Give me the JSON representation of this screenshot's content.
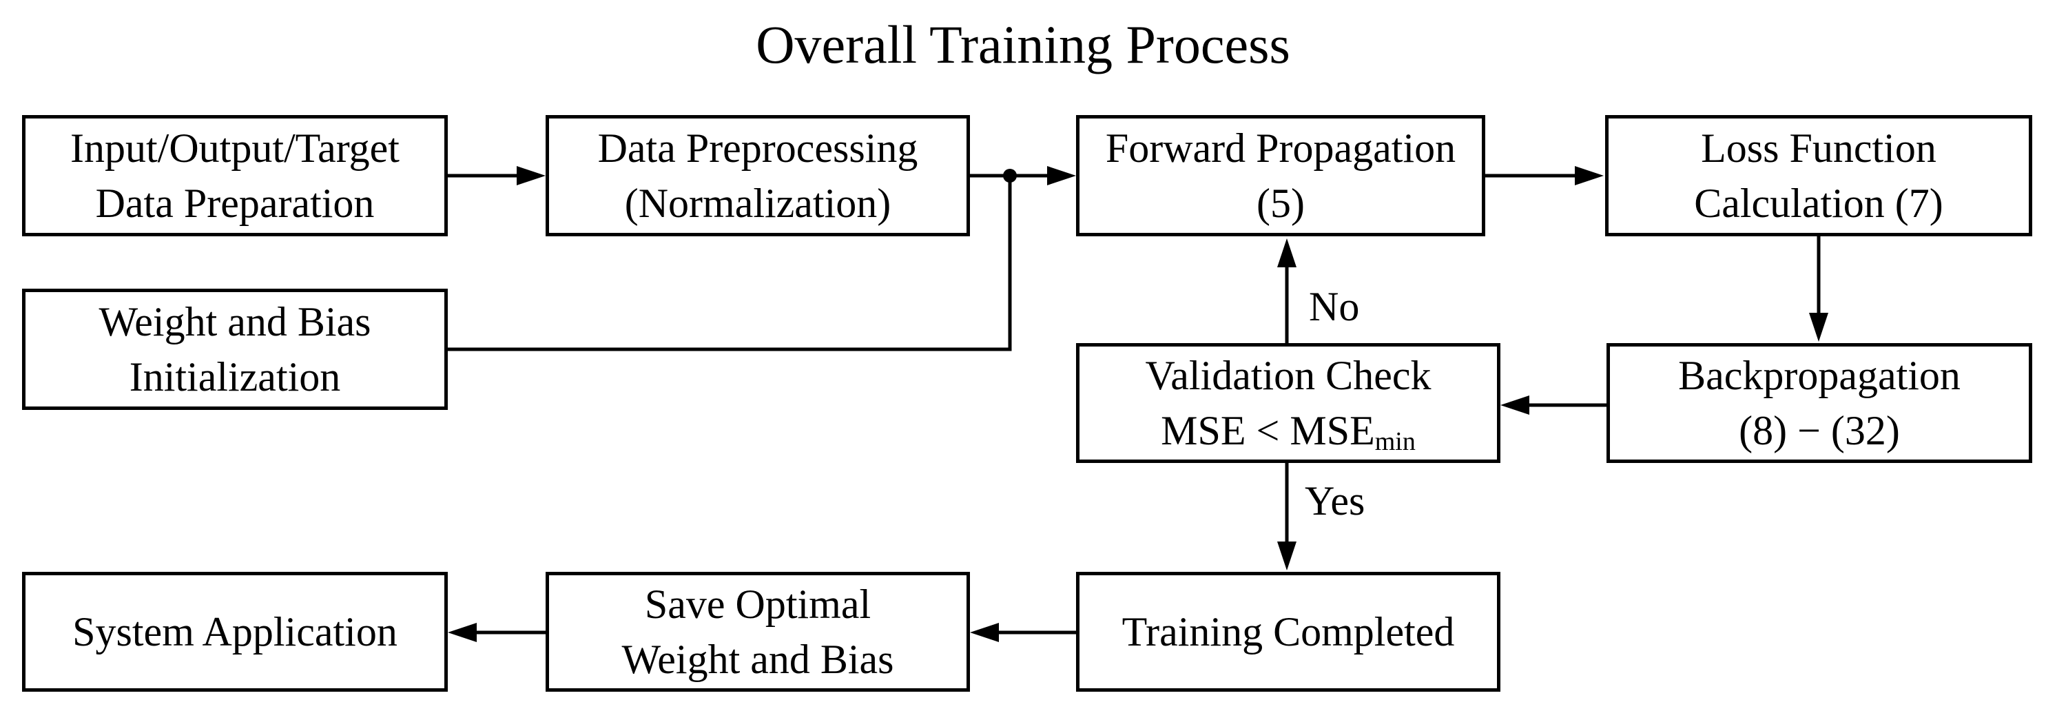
{
  "title": "Overall Training Process",
  "nodes": {
    "io_prep": {
      "line1": "Input/Output/Target",
      "line2": "Data Preparation"
    },
    "preprocess": {
      "line1": "Data Preprocessing",
      "line2": "(Normalization)"
    },
    "weight_init": {
      "line1": "Weight and Bias",
      "line2": "Initialization"
    },
    "forward": {
      "line1": "Forward Propagation",
      "line2": "(5)"
    },
    "loss": {
      "line1": "Loss Function",
      "line2": "Calculation (7)"
    },
    "backprop": {
      "line1": "Backpropagation",
      "line2": "(8) − (32)"
    },
    "validation": {
      "line1": "Validation Check",
      "line2_main": "MSE < MSE",
      "line2_sub": "min"
    },
    "completed": {
      "line1": "Training Completed"
    },
    "save": {
      "line1": "Save Optimal",
      "line2": "Weight and Bias"
    },
    "application": {
      "line1": "System Application"
    }
  },
  "edge_labels": {
    "no": "No",
    "yes": "Yes"
  },
  "colors": {
    "stroke": "#000000",
    "background": "#ffffff"
  }
}
